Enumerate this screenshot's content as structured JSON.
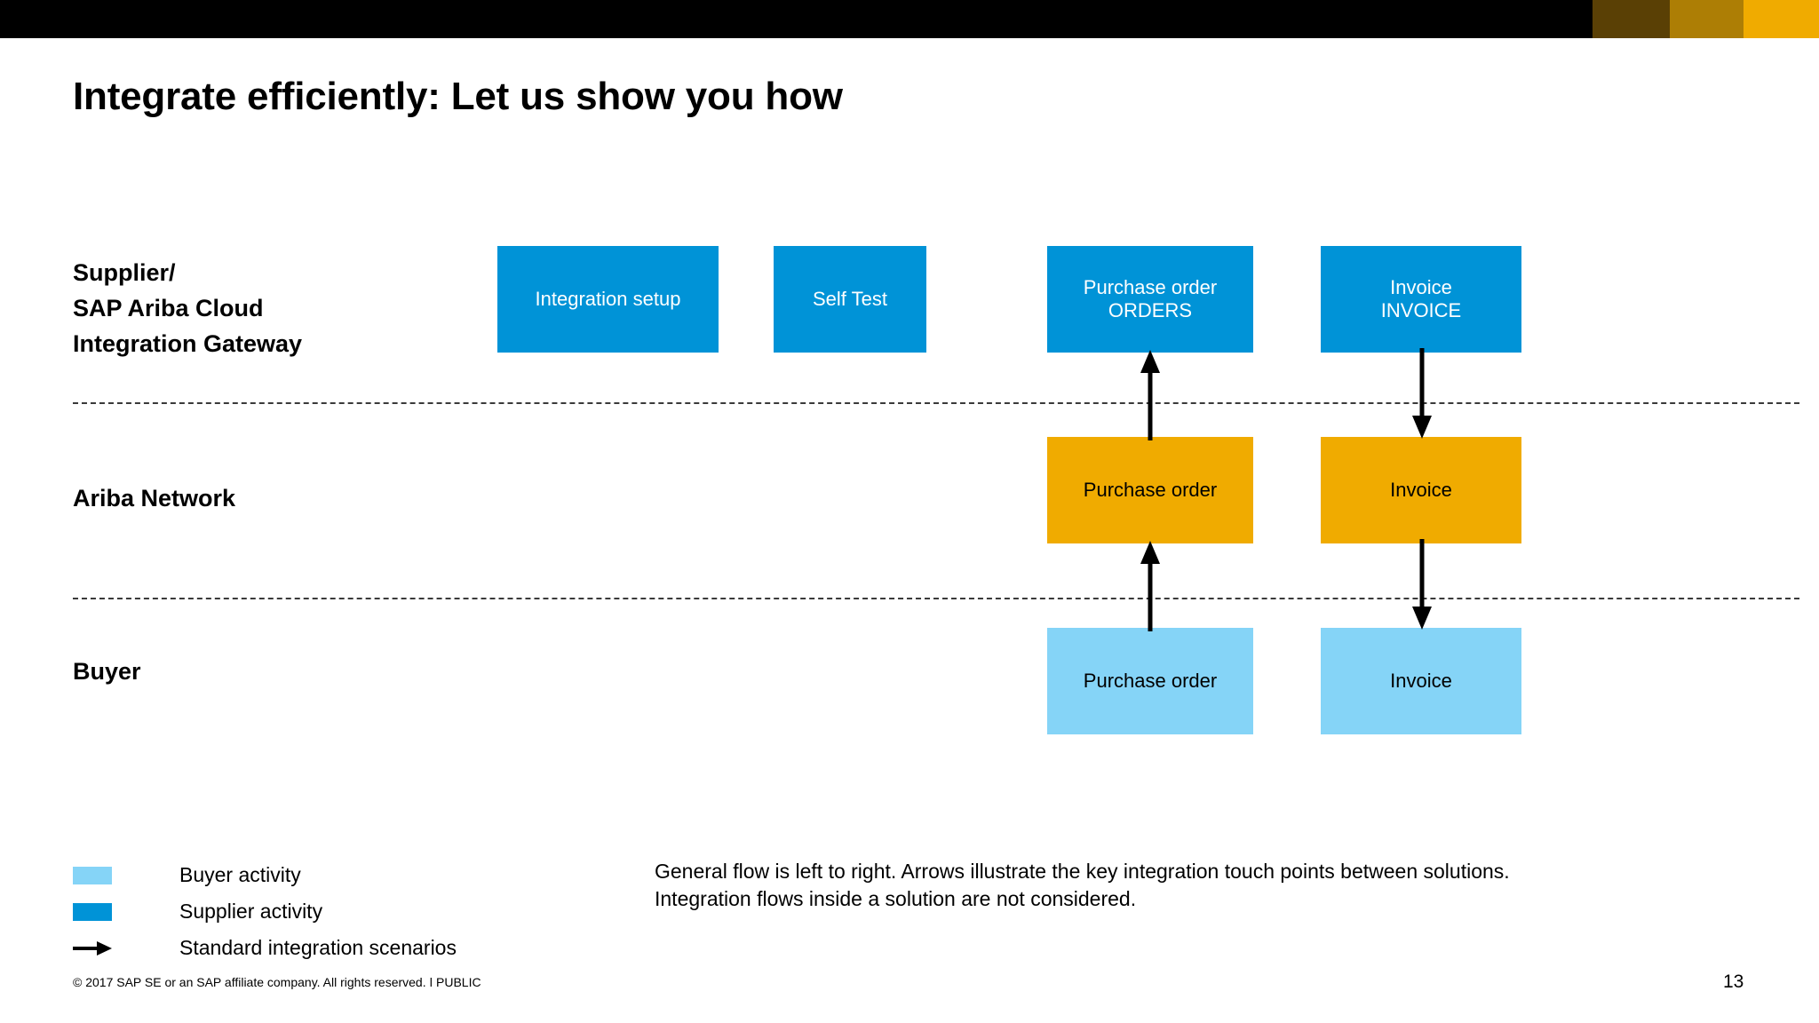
{
  "slide": {
    "title": "Integrate efficiently: Let us show you how",
    "page_number": "13",
    "copyright": "© 2017 SAP SE or an SAP affiliate company. All rights reserved. ǀ   PUBLIC",
    "accent_colors": {
      "supplier_blue": "#0093d7",
      "network_orange": "#f0ab00",
      "buyer_light_blue": "#85d4f7",
      "gold_dark": "#5a4005",
      "gold_mid": "#ad7e05",
      "gold_bright": "#f0ab00",
      "topbar_black": "#000000"
    }
  },
  "lanes": [
    {
      "key": "supplier",
      "lines": [
        "Supplier/",
        "SAP Ariba Cloud",
        "Integration Gateway"
      ]
    },
    {
      "key": "network",
      "lines": [
        "Ariba Network"
      ]
    },
    {
      "key": "buyer",
      "lines": [
        "Buyer"
      ]
    }
  ],
  "lane_labels": {
    "supplier_l1": "Supplier/",
    "supplier_l2": "SAP Ariba Cloud",
    "supplier_l3": "Integration Gateway",
    "network": "Ariba Network",
    "buyer": "Buyer"
  },
  "boxes": {
    "integration_setup": {
      "line1": "Integration setup",
      "line2": ""
    },
    "self_test": {
      "line1": "Self Test",
      "line2": ""
    },
    "po_supplier": {
      "line1": "Purchase order",
      "line2": "ORDERS"
    },
    "invoice_supplier": {
      "line1": "Invoice",
      "line2": "INVOICE"
    },
    "po_network": {
      "line1": "Purchase order",
      "line2": ""
    },
    "invoice_network": {
      "line1": "Invoice",
      "line2": ""
    },
    "po_buyer": {
      "line1": "Purchase order",
      "line2": ""
    },
    "invoice_buyer": {
      "line1": "Invoice",
      "line2": ""
    }
  },
  "legend": {
    "items": [
      {
        "type": "swatch",
        "color": "#85d4f7",
        "label": "Buyer activity"
      },
      {
        "type": "swatch",
        "color": "#0093d7",
        "label": "Supplier activity"
      },
      {
        "type": "arrow",
        "color": "#000000",
        "label": "Standard integration scenarios"
      }
    ]
  },
  "note": {
    "line1": "General flow is left to right. Arrows illustrate the key integration touch points between solutions.",
    "line2": "Integration flows inside a solution are not considered."
  }
}
